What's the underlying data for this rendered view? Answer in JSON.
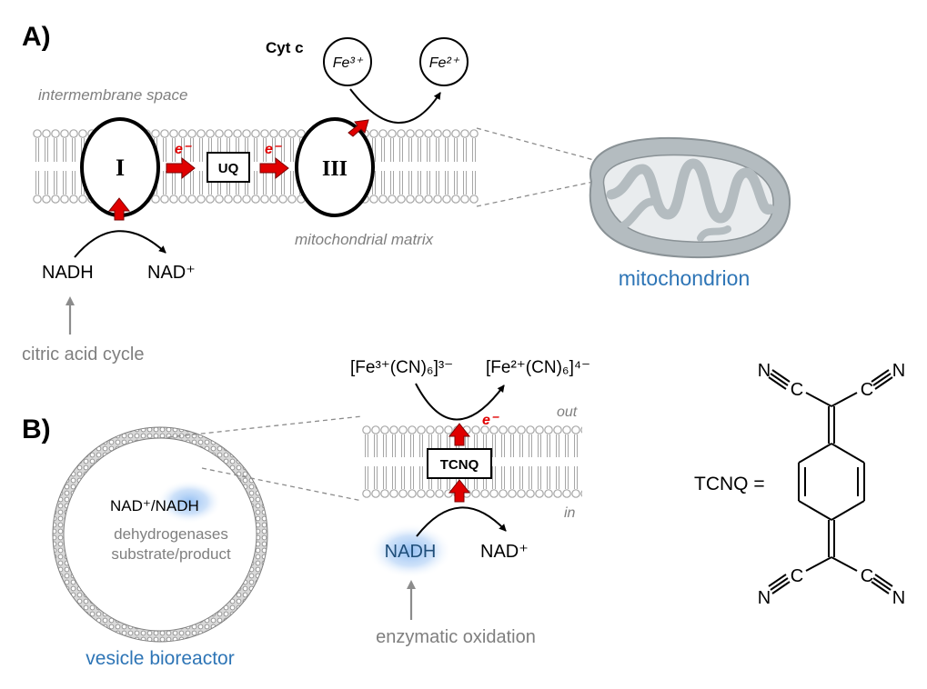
{
  "colors": {
    "accent_blue": "#2e75b6",
    "gray_text": "#7f7f7f",
    "electron_red": "#e00000",
    "membrane_gray": "#a6a6a6",
    "mito_fill": "#b4bcc0",
    "mito_inner": "#e9ecee",
    "glow_blue": "#9cc3f0"
  },
  "panel_a": {
    "label": "A)",
    "intermembrane_label": "intermembrane space",
    "matrix_label": "mitochondrial matrix",
    "complex_1": "I",
    "complex_3": "III",
    "ubiquinone": "UQ",
    "electron_1": "e⁻",
    "electron_2": "e⁻",
    "cytc_label": "Cyt c",
    "fe3": "Fe³⁺",
    "fe2": "Fe²⁺",
    "nadh": "NADH",
    "nad_plus": "NAD⁺",
    "citric_acid_cycle": "citric acid cycle",
    "mitochondrion_label": "mitochondrion"
  },
  "panel_b": {
    "label": "B)",
    "ferricyanide_left": "[Fe³⁺(CN)₆]³⁻",
    "ferrocyanide_right": "[Fe²⁺(CN)₆]⁴⁻",
    "out_label": "out",
    "in_label": "in",
    "electron": "e⁻",
    "tcnq_box": "TCNQ",
    "vesicle_line1": "NAD⁺/NADH",
    "vesicle_line2": "dehydrogenases",
    "vesicle_line3": "substrate/product",
    "vesicle_bioreactor_label": "vesicle bioreactor",
    "nadh": "NADH",
    "nad_plus": "NAD⁺",
    "enzymatic_oxidation": "enzymatic oxidation"
  },
  "tcnq_structure": {
    "label": "TCNQ =",
    "atom_n": "N",
    "atom_c": "C"
  }
}
